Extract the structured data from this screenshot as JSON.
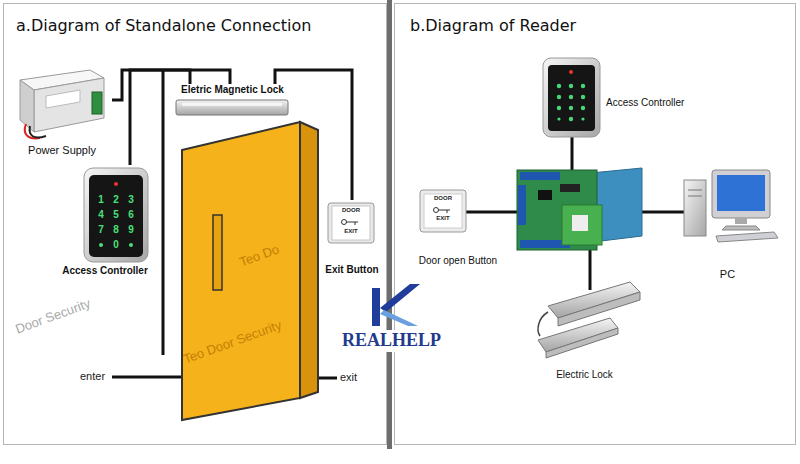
{
  "diagram": {
    "nodes": [
      {
        "text": [
          "a.Diagram of Standalone Connection"
        ]
      },
      {
        "text": [
          "Power Supply"
        ],
        "in": 0
      },
      {
        "text": [
          "Eletric Magnetic Lock"
        ],
        "in": 0
      },
      {
        "text": [
          "Access Controller"
        ],
        "in": 0
      },
      {
        "text": [
          "Exit Button"
        ],
        "in": 0
      },
      {
        "text": [
          "b.Diagram of Reader"
        ]
      },
      {
        "text": [
          "Access Controller"
        ],
        "in": 5
      },
      {
        "text": [
          "Door open Button"
        ],
        "in": 5
      },
      {
        "text": [
          "PC"
        ],
        "in": 5
      },
      {
        "text": [
          "Electric Lock"
        ],
        "in": 5
      }
    ],
    "edges": [
      {
        "from": 1,
        "to": 2,
        "arrow": "none"
      },
      {
        "from": 3,
        "to": 2,
        "arrow": "none"
      },
      {
        "from": 2,
        "to": 4,
        "arrow": "none"
      }
    ],
    "labels": [
      "1",
      "2",
      "3",
      "4",
      "5",
      "6",
      "7",
      "8",
      "9",
      "0",
      "DOOR",
      "EXIT",
      "enter",
      "exit",
      "Teo Door Security",
      "Teo Do",
      "Door Security",
      "REALHELP",
      "DOOR",
      "EXIT"
    ]
  }
}
